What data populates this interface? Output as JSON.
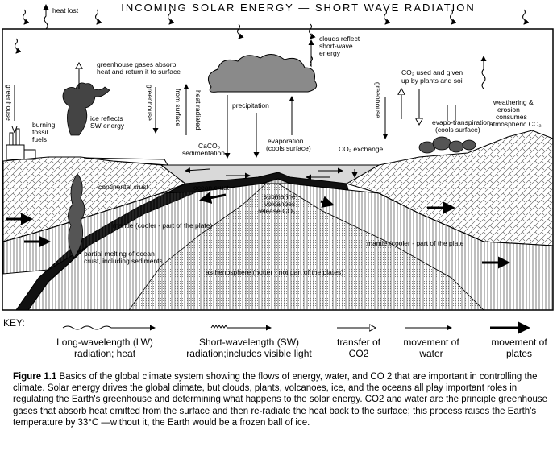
{
  "title": "INCOMING SOLAR ENERGY — SHORT WAVE RADIATION",
  "labels": {
    "heat_lost": "heat lost",
    "greenhouse_gases": "greenhouse gases absorb heat and return it to surface",
    "clouds_reflect": "clouds reflect short-wave energy",
    "co2_used": "CO2 used and given up by plants and soil",
    "greenhouse": "greenhouse",
    "burning_fossil_fuels": "burning fossil fuels",
    "heat_radiated": "heat radiated from surface",
    "precipitation": "precipitation",
    "ice_reflects": "ice reflects SW energy",
    "caco3": "CaCO3 sedimentation",
    "evaporation": "evaporation (cools surface)",
    "co2_exchange": "CO2 exchange",
    "evapo_transpiration": "evapo-transpiration (cools surface)",
    "weathering": "weathering & erosion consumes atmospheric CO2",
    "continental_crust": "continental crust",
    "ocean_crust": "ocean crust",
    "submarine_volcanoes": "submarine volcanoes release CO2",
    "mantle_left": "mantle (cooler - part of the plate)",
    "mantle_right": "mantle (cooler - part of the plate",
    "partial_melting": "partial melting of ocean crust, including sediments",
    "asthenosphere": "asthenosphere (hotter - not part of the plates)"
  },
  "key": {
    "heading": "KEY:",
    "items": [
      {
        "line1": "Long-wavelength (LW)",
        "line2": "radiation; heat"
      },
      {
        "line1": "Short-wavelength (SW)",
        "line2": "radiation;includes visible light"
      },
      {
        "line1": "transfer of",
        "line2": "CO2"
      },
      {
        "line1": "movement of",
        "line2": "water"
      },
      {
        "line1": "movement of",
        "line2": "plates"
      }
    ]
  },
  "caption": {
    "figure_label": "Figure 1.1",
    "text": "Basics of the global climate system showing the flows of energy, water, and CO 2 that are important in controlling the climate.  Solar energy drives the global climate, but clouds, plants, volcanoes, ice, and the oceans all play important roles in regulating the Earth's greenhouse and determining what happens to the solar energy.  CO2 and water are the principle greenhouse gases that absorb heat emitted from the surface and then re-radiate the heat back to the surface; this process raises the Earth's temperature by 33°C —without it, the Earth would be a frozen ball of ice."
  }
}
